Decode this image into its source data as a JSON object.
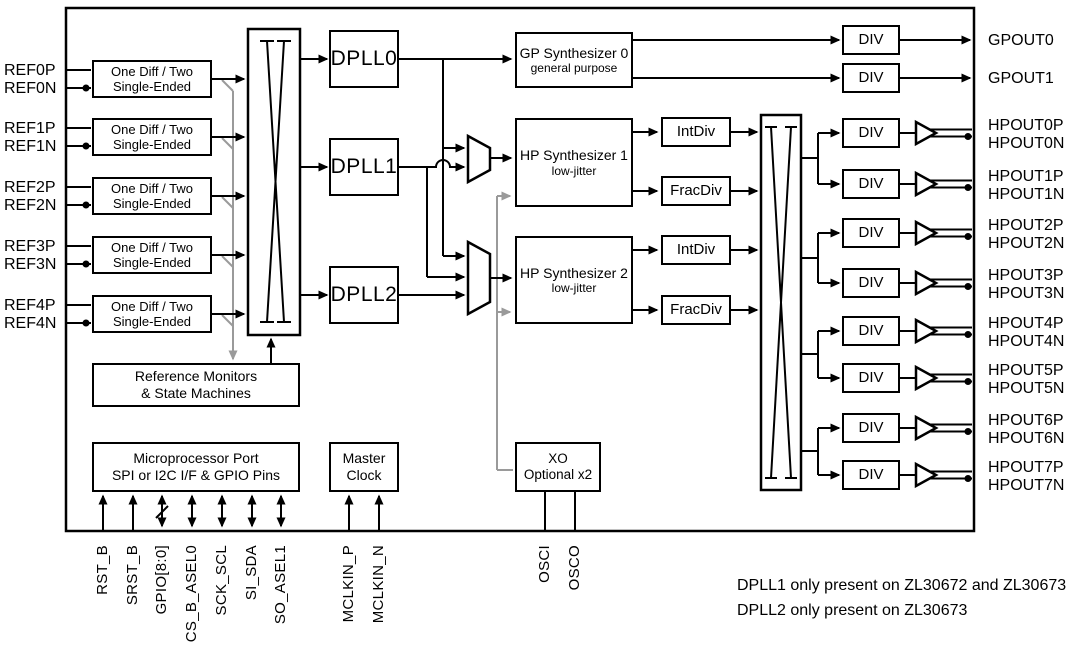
{
  "onediff": {
    "line1": "One Diff / Two",
    "line2": "Single-Ended"
  },
  "refs": [
    {
      "p": "REF0P",
      "n": "REF0N"
    },
    {
      "p": "REF1P",
      "n": "REF1N"
    },
    {
      "p": "REF2P",
      "n": "REF2N"
    },
    {
      "p": "REF3P",
      "n": "REF3N"
    },
    {
      "p": "REF4P",
      "n": "REF4N"
    }
  ],
  "dplls": [
    "DPLL0",
    "DPLL1",
    "DPLL2"
  ],
  "gp_synth": {
    "line1": "GP Synthesizer 0",
    "line2": "general purpose"
  },
  "hp_synth1": {
    "line1": "HP Synthesizer 1",
    "line2": "low-jitter"
  },
  "hp_synth2": {
    "line1": "HP Synthesizer 2",
    "line2": "low-jitter"
  },
  "int_div": "IntDiv",
  "frac_div": "FracDiv",
  "div": "DIV",
  "ref_monitors": {
    "line1": "Reference Monitors",
    "line2": "& State Machines"
  },
  "micro_port": {
    "line1": "Microprocessor Port",
    "line2": "SPI or I2C I/F & GPIO Pins"
  },
  "master_clock": {
    "line1": "Master",
    "line2": "Clock"
  },
  "xo_block": {
    "line1": "XO",
    "line2": "Optional x2"
  },
  "gp_outputs": [
    "GPOUT0",
    "GPOUT1"
  ],
  "hp_outputs": [
    {
      "p": "HPOUT0P",
      "n": "HPOUT0N"
    },
    {
      "p": "HPOUT1P",
      "n": "HPOUT1N"
    },
    {
      "p": "HPOUT2P",
      "n": "HPOUT2N"
    },
    {
      "p": "HPOUT3P",
      "n": "HPOUT3N"
    },
    {
      "p": "HPOUT4P",
      "n": "HPOUT4N"
    },
    {
      "p": "HPOUT5P",
      "n": "HPOUT5N"
    },
    {
      "p": "HPOUT6P",
      "n": "HPOUT6N"
    },
    {
      "p": "HPOUT7P",
      "n": "HPOUT7N"
    }
  ],
  "pins": {
    "micro": [
      "RST_B",
      "SRST_B",
      "GPIO[8:0]",
      "CS_B_ASEL0",
      "SCK_SCL",
      "SI_SDA",
      "SO_ASEL1"
    ],
    "mclk": [
      "MCLKIN_P",
      "MCLKIN_N"
    ],
    "xo": [
      "OSCI",
      "OSCO"
    ]
  },
  "notes": [
    "DPLL1 only present on ZL30672 and ZL30673",
    "DPLL2 only present on ZL30673"
  ],
  "colors": {
    "wire": "#000000",
    "monitor_wire": "#9a9a9a",
    "background": "#ffffff",
    "box_fill": "#ffffff",
    "text": "#000000"
  }
}
